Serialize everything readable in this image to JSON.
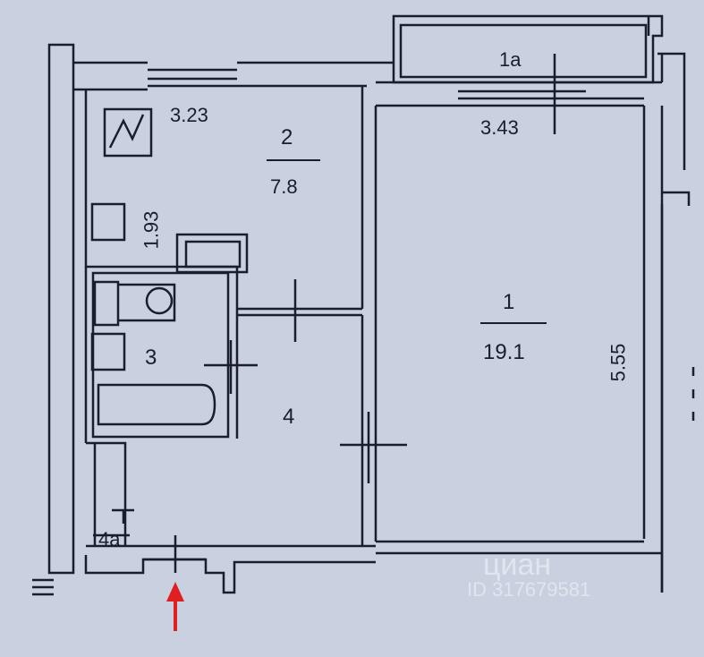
{
  "rooms": {
    "balcony": {
      "number": "1a",
      "width": "3.43"
    },
    "living": {
      "number": "1",
      "area": "19.1",
      "length": "5.55"
    },
    "kitchen": {
      "number": "2",
      "area": "7.8",
      "width": "3.23",
      "depth": "1.93"
    },
    "bathroom": {
      "number": "3"
    },
    "hall": {
      "number": "4"
    },
    "storage": {
      "number": "4a"
    }
  },
  "watermark": {
    "brand": "циан",
    "listing_id": "ID 317679581"
  },
  "colors": {
    "paper": "#c9d0df",
    "ink": "#1a1d2e",
    "arrow": "#e02020"
  },
  "icons": [
    "entrance-arrow-icon",
    "stove-icon",
    "sink-icon",
    "toilet-icon",
    "bathtub-icon"
  ]
}
